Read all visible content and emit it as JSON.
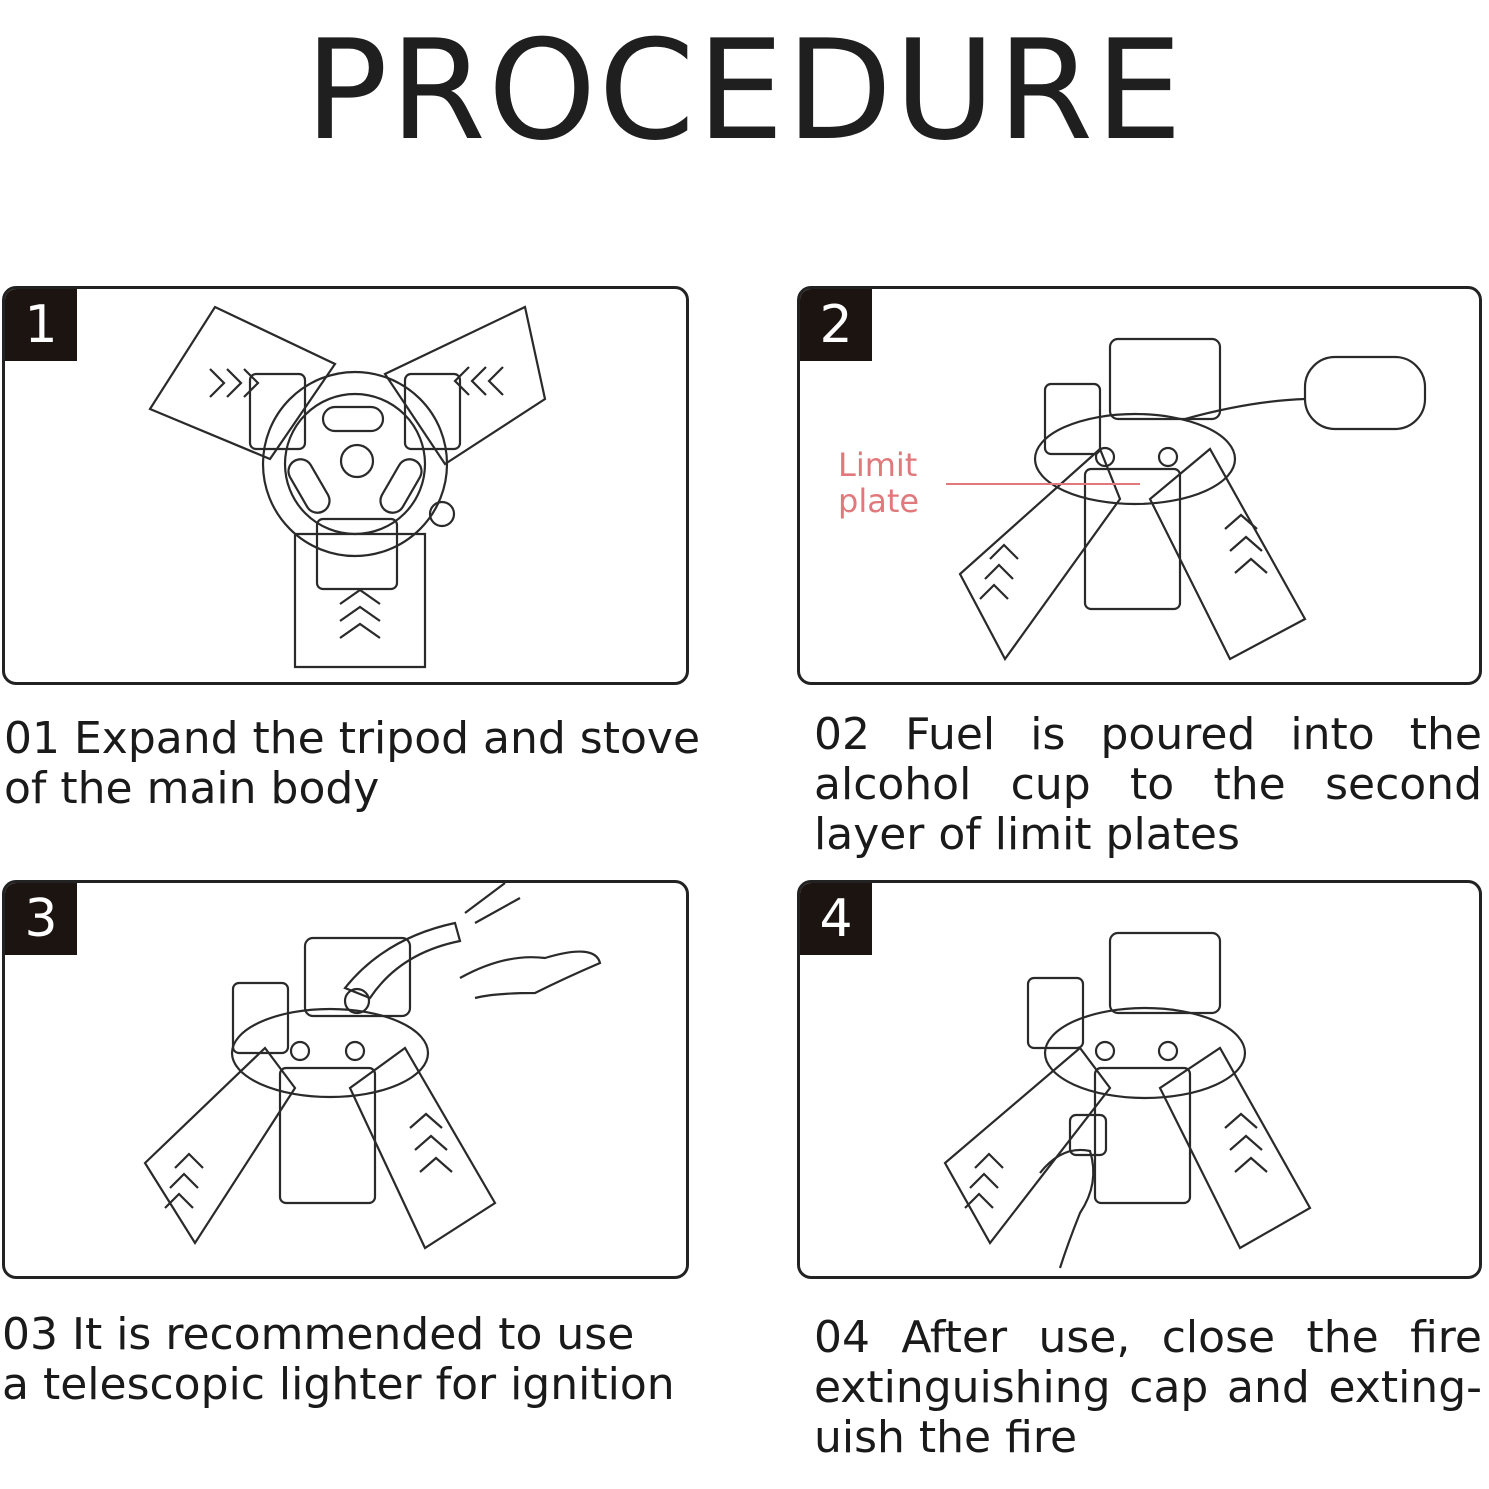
{
  "title": "PROCEDURE",
  "steps": [
    {
      "number": "1",
      "caption_lines": [
        "01 Expand the tripod and stove",
        "of the main body"
      ]
    },
    {
      "number": "2",
      "caption_lines": [
        "02 Fuel is poured into the",
        "alcohol cup to the second",
        "layer of limit plates"
      ]
    },
    {
      "number": "3",
      "caption_lines": [
        "03 It is recommended to use",
        "a telescopic lighter for ignition"
      ]
    },
    {
      "number": "4",
      "caption_lines": [
        "04 After use, close the fire",
        "extinguishing cap and exting-",
        "uish the fire"
      ]
    }
  ],
  "callout": {
    "lines": [
      "Limit",
      "plate"
    ],
    "color": "#e0787c"
  }
}
